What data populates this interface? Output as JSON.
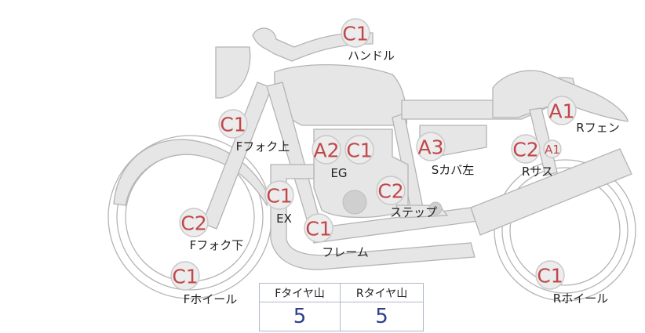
{
  "colors": {
    "grade": "#c0474a",
    "body": "#e6e6e6",
    "outline": "#b4b4b4",
    "tire_value": "#2d3f8a"
  },
  "parts": [
    {
      "id": "handle",
      "grade": "C1",
      "label": "ハンドル"
    },
    {
      "id": "f-fork-upper",
      "grade": "C1",
      "label": "Fフォク上"
    },
    {
      "id": "eg",
      "grade": "A2",
      "grade2": "C1",
      "label": "EG"
    },
    {
      "id": "s-cover-left",
      "grade": "A3",
      "label": "Sカバ左"
    },
    {
      "id": "r-fender",
      "grade": "A1",
      "label": "Rフェン"
    },
    {
      "id": "r-suspension",
      "grade": "C2",
      "grade2": "A1",
      "label": "Rサス"
    },
    {
      "id": "ex",
      "grade": "C1",
      "label": "EX"
    },
    {
      "id": "step",
      "grade": "C2",
      "label": "ステップ"
    },
    {
      "id": "frame",
      "grade": "C1",
      "label": "フレーム"
    },
    {
      "id": "f-fork-lower",
      "grade": "C2",
      "label": "Fフォク下"
    },
    {
      "id": "f-wheel",
      "grade": "C1",
      "label": "Fホイール"
    },
    {
      "id": "r-wheel",
      "grade": "C1",
      "label": "Rホイール"
    }
  ],
  "tire_table": {
    "headers": [
      "Fタイヤ山",
      "Rタイヤ山"
    ],
    "values": [
      "5",
      "5"
    ]
  }
}
